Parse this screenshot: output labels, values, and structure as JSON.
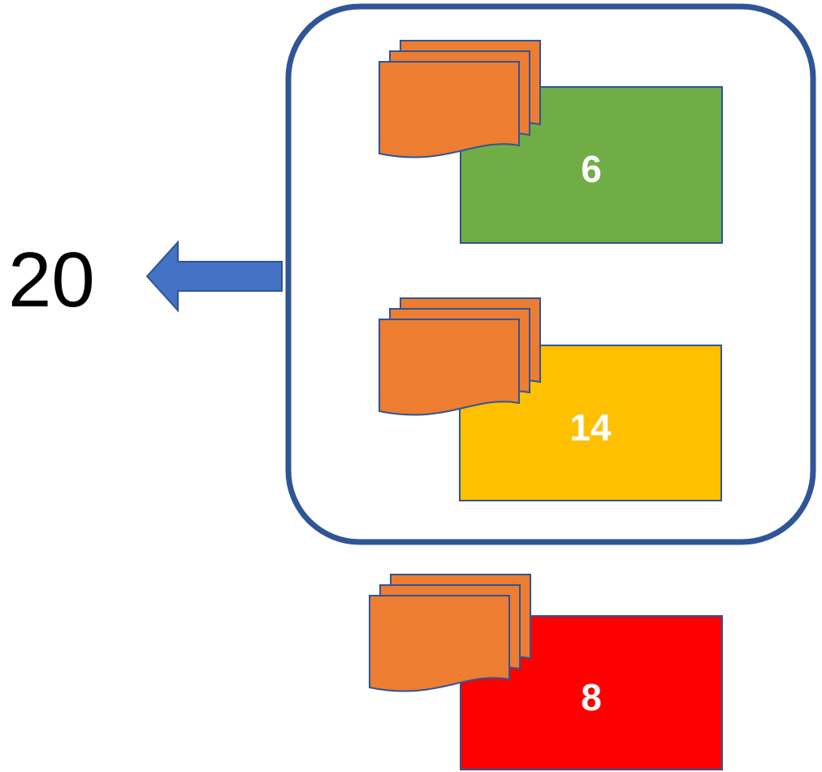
{
  "total": {
    "value": "20"
  },
  "colors": {
    "group_border": "#2F5597",
    "arrow": "#4472C4",
    "arrow_border": "#2F5597",
    "documents": "#ED7D31",
    "document_border": "#2F5597",
    "green": "#70AD47",
    "yellow": "#FFC000",
    "red": "#FF0000",
    "box_border": "#2F5597"
  },
  "items": [
    {
      "id": "green",
      "value": "6",
      "color": "#70AD47"
    },
    {
      "id": "yellow",
      "value": "14",
      "color": "#FFC000"
    },
    {
      "id": "red",
      "value": "8",
      "color": "#FF0000"
    }
  ]
}
